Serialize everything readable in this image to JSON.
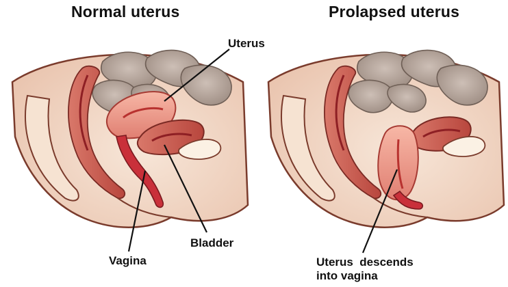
{
  "panels": {
    "normal": {
      "title": "Normal uterus",
      "labels": {
        "uterus": "Uterus",
        "bladder": "Bladder",
        "vagina": "Vagina"
      }
    },
    "prolapsed": {
      "title": "Prolapsed uterus",
      "labels": {
        "descends_line1": "Uterus  descends",
        "descends_line2": "into vagina"
      }
    }
  },
  "colors": {
    "skin": "#f3dccb",
    "skin_edge": "#7a3b2c",
    "intestine": "#b9a99e",
    "intestine_dark": "#8e7d73",
    "organ_pink": "#f2a493",
    "organ_red": "#c9303a",
    "muscle": "#c85a4e",
    "bone": "#f7ead9"
  }
}
